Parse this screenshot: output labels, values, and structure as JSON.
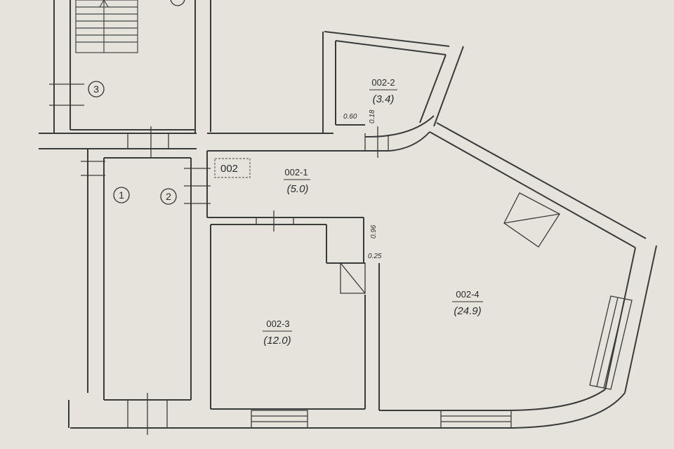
{
  "plan_code": "002",
  "rooms": [
    {
      "id": "002-1",
      "area": "(5.0)"
    },
    {
      "id": "002-2",
      "area": "(3.4)"
    },
    {
      "id": "002-3",
      "area": "(12.0)"
    },
    {
      "id": "002-4",
      "area": "(24.9)"
    }
  ],
  "dimensions": {
    "d060": "0.60",
    "d018": "0.18",
    "d096": "0.96",
    "d025": "0.25"
  },
  "markers": [
    "1",
    "2",
    "3"
  ]
}
